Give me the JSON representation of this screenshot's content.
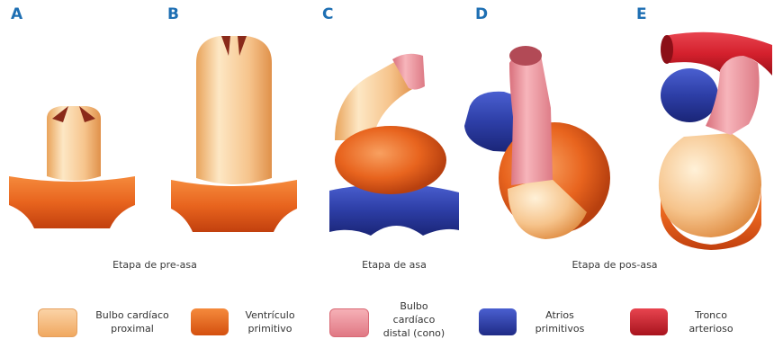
{
  "panels": [
    {
      "letter": "A"
    },
    {
      "letter": "B"
    },
    {
      "letter": "C"
    },
    {
      "letter": "D"
    },
    {
      "letter": "E"
    }
  ],
  "stages": [
    {
      "label": "Etapa de pre-asa"
    },
    {
      "label": "Etapa de asa"
    },
    {
      "label": "Etapa de pos-asa"
    }
  ],
  "legend": [
    {
      "label": "Bulbo cardíaco\nproximal",
      "color": "#f5c089"
    },
    {
      "label": "Ventrículo\nprimitivo",
      "color": "#e8641e"
    },
    {
      "label": "Bulbo\ncardíaco\ndistal (cono)",
      "color": "#eb8e96"
    },
    {
      "label": "Atrios\nprimitivos",
      "color": "#2d3ea6"
    },
    {
      "label": "Tronco\narterioso",
      "color": "#d4202d"
    }
  ],
  "colors": {
    "letter": "#1e6fb3",
    "bulbo_proximal": "#f5c089",
    "ventriculo": "#e8641e",
    "cono": "#eb8e96",
    "atrios": "#2d3ea6",
    "tronco": "#d4202d"
  }
}
